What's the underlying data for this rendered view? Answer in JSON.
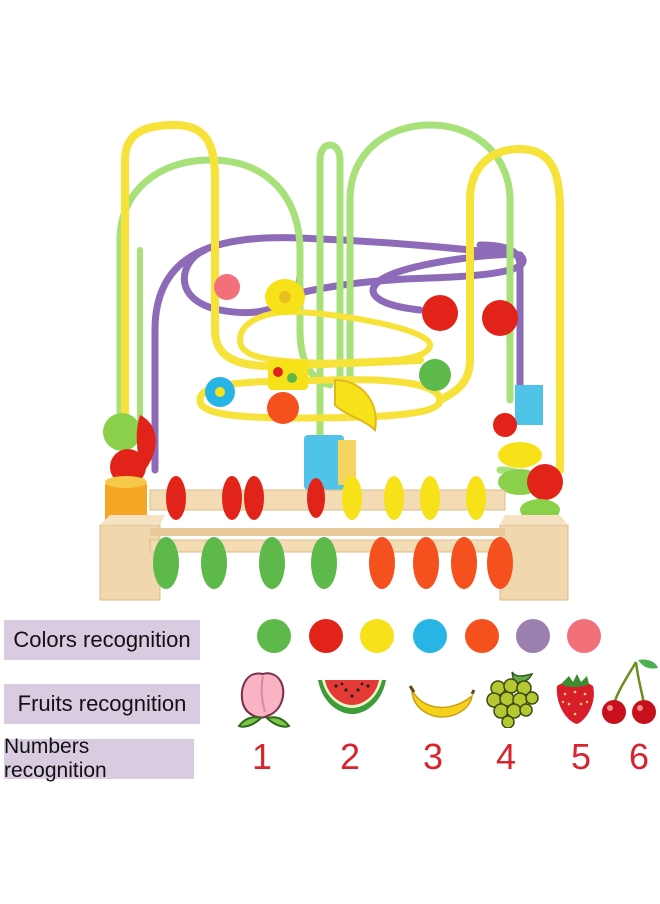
{
  "labels": {
    "colors": "Colors recognition",
    "fruits": "Fruits recognition",
    "numbers": "Numbers recognition"
  },
  "colors": [
    "#5db94a",
    "#e2231a",
    "#f7e21a",
    "#27b5e6",
    "#f4511e",
    "#9b7fb0",
    "#f2707a"
  ],
  "fruits": [
    "peach-icon",
    "watermelon-icon",
    "banana-icon",
    "grapes-icon",
    "strawberry-icon",
    "cherries-icon"
  ],
  "numbers": [
    "1",
    "2",
    "3",
    "4",
    "5",
    "6"
  ],
  "product": {
    "name": "bead-maze-toy",
    "wire_colors": [
      "#f7e23a",
      "#a8e07a",
      "#8e6bb8"
    ],
    "base_color": "#f1d7ad"
  }
}
